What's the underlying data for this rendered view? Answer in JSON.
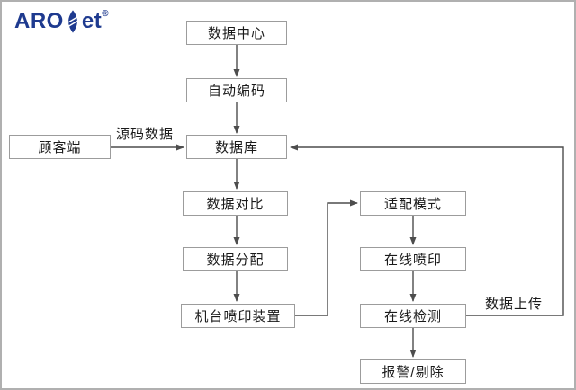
{
  "logo": {
    "text_left": "ARO",
    "text_right": "et",
    "registered": "®",
    "icon": "leaf-icon"
  },
  "flowchart": {
    "nodes": {
      "data_center": "数据中心",
      "auto_encode": "自动编码",
      "database": "数据库",
      "customer": "顾客端",
      "data_compare": "数据对比",
      "data_distribute": "数据分配",
      "machine_print": "机台喷印装置",
      "adapt_mode": "适配模式",
      "online_print": "在线喷印",
      "online_detect": "在线检测",
      "alarm_reject": "报警/剔除"
    },
    "edge_labels": {
      "source_data": "源码数据",
      "data_upload": "数据上传"
    }
  },
  "colors": {
    "brand_blue": "#1e3a8f",
    "line_gray": "#4d4d4d",
    "box_border": "#9c9c9c",
    "text": "#1a1a1a",
    "canvas_border": "#b0b0b0"
  }
}
